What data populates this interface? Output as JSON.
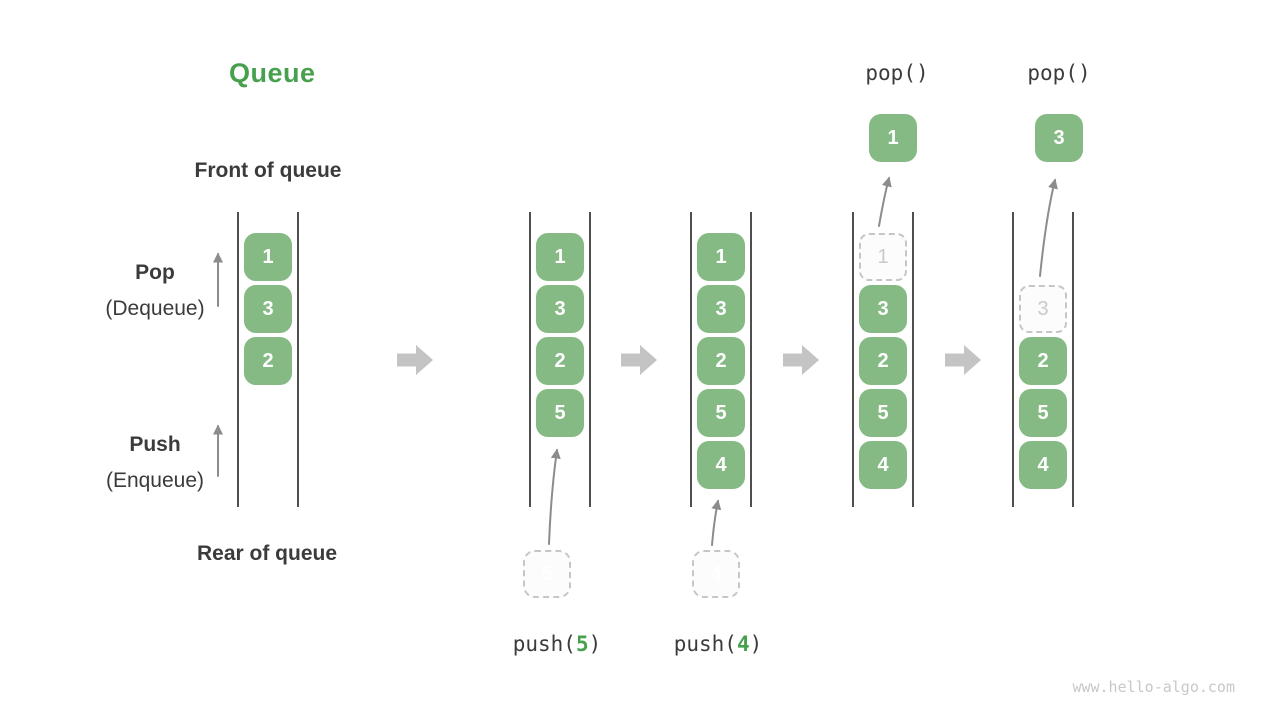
{
  "title": "Queue",
  "labels": {
    "front_of_queue": "Front of queue",
    "rear_of_queue": "Rear of queue",
    "pop_main": "Pop",
    "pop_sub": "(Dequeue)",
    "push_main": "Push",
    "push_sub": "(Enqueue)"
  },
  "operations": {
    "pop1": "pop()",
    "pop2": "pop()",
    "push1": {
      "prefix": "push(",
      "arg": "5",
      "suffix": ")"
    },
    "push2": {
      "prefix": "push(",
      "arg": "4",
      "suffix": ")"
    }
  },
  "states": [
    {
      "items": [
        "1",
        "3",
        "2"
      ]
    },
    {
      "items": [
        "1",
        "3",
        "2",
        "5"
      ]
    },
    {
      "items": [
        "1",
        "3",
        "2",
        "5",
        "4"
      ]
    },
    {
      "ghost": "1",
      "items": [
        "3",
        "2",
        "5",
        "4"
      ]
    },
    {
      "ghost": "3",
      "items": [
        "2",
        "5",
        "4"
      ]
    }
  ],
  "popped": [
    "1",
    "3"
  ],
  "pending": [
    "5",
    "4"
  ],
  "watermark": "www.hello-algo.com",
  "colors": {
    "accent-green": "#47a04e",
    "box-green": "#85ba85",
    "block-arrow-gray": "#c4c4c4",
    "thin-arrow-gray": "#8c8c8c",
    "line-dark": "#4f4f4f",
    "text-dark": "#3b3b3b",
    "ghost-border": "#c6c6c6",
    "ghost-text": "#c9c9c9",
    "watermark-gray": "#c8c8c8"
  }
}
